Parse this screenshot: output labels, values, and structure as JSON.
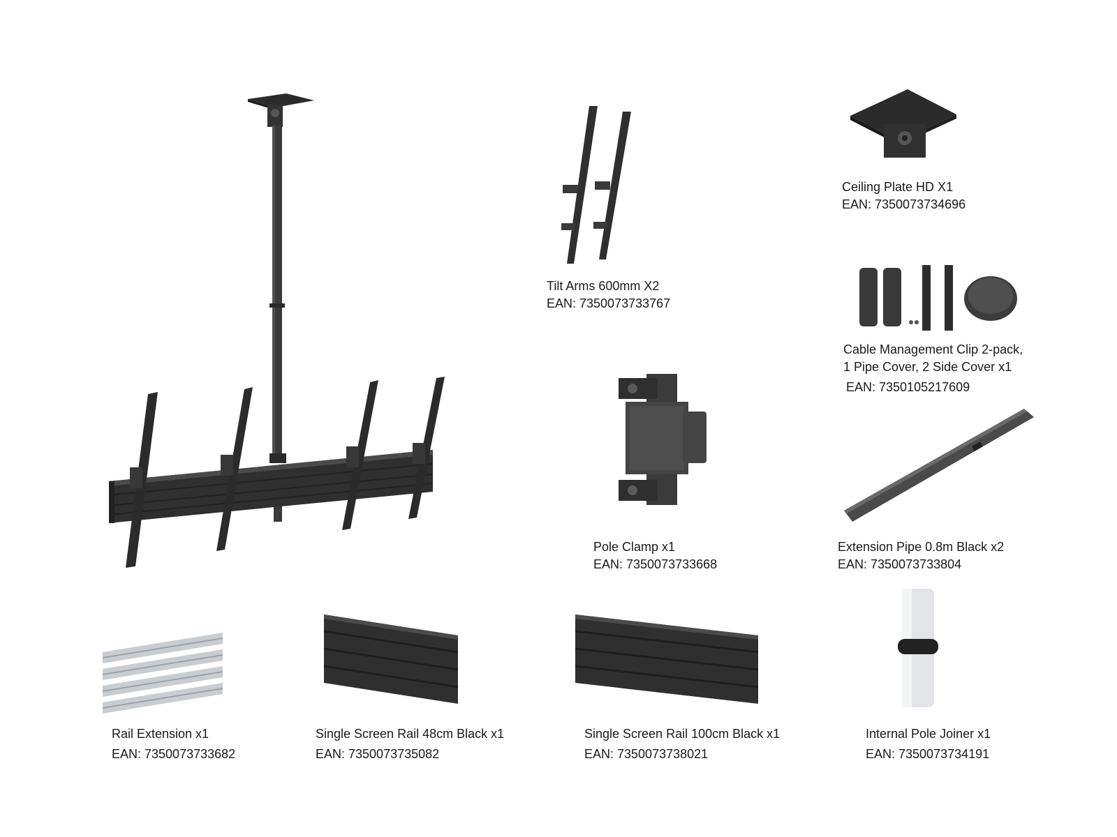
{
  "products": {
    "tilt_arms": {
      "name": "Tilt Arms 600mm X2",
      "ean": "EAN: 7350073733767"
    },
    "ceiling_plate": {
      "name": "Ceiling Plate HD X1",
      "ean": "EAN: 7350073734696"
    },
    "cable_clip": {
      "name_line1": "Cable Management Clip 2-pack,",
      "name_line2": "1 Pipe Cover, 2 Side Cover x1",
      "ean": "EAN: 7350105217609"
    },
    "pole_clamp": {
      "name": "Pole Clamp x1",
      "ean": "EAN: 7350073733668"
    },
    "extension_pipe": {
      "name": "Extension Pipe 0.8m Black x2",
      "ean": "EAN: 7350073733804"
    },
    "rail_extension": {
      "name": "Rail Extension x1",
      "ean": "EAN: 7350073733682"
    },
    "rail_48": {
      "name": "Single Screen Rail 48cm Black x1",
      "ean": "EAN: 7350073735082"
    },
    "rail_100": {
      "name": "Single Screen Rail 100cm Black x1",
      "ean": "EAN: 7350073738021"
    },
    "pole_joiner": {
      "name": "Internal Pole Joiner x1",
      "ean": "EAN: 7350073734191"
    }
  },
  "colors": {
    "metal_dark": "#2b2b2b",
    "metal_mid": "#3d3d3d",
    "metal_light": "#5a5a5a",
    "steel": "#c9ccd0",
    "text": "#1a1a1a",
    "background": "#ffffff"
  }
}
